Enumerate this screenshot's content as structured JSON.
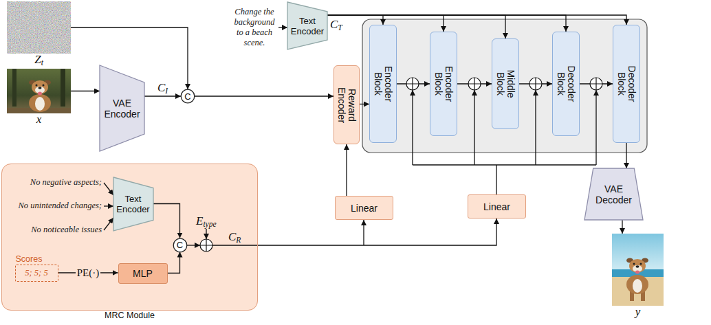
{
  "diagram": {
    "nodes": [
      {
        "text": [
          "Zt"
        ]
      },
      {
        "text": [
          "x"
        ]
      },
      {
        "text": [
          "VAE Encoder"
        ]
      },
      {
        "text": [
          "C"
        ]
      },
      {
        "text": [
          "Text Encoder"
        ]
      },
      {
        "text": [
          "Reward Encoder"
        ]
      },
      {
        "text": [
          "Encoder Block"
        ]
      },
      {
        "text": [
          "Encoder Block"
        ]
      },
      {
        "text": [
          "Middle Block"
        ]
      },
      {
        "text": [
          "Decoder Block"
        ]
      },
      {
        "text": [
          "Decoder Block"
        ]
      },
      {
        "text": [
          "Linear"
        ]
      },
      {
        "text": [
          "Linear"
        ]
      },
      {
        "text": [
          "VAE Decoder"
        ]
      },
      {
        "text": [
          "y"
        ]
      },
      {
        "text": [
          "MRC Module"
        ]
      },
      {
        "text": [
          "Text Encoder"
        ],
        "in": 15
      },
      {
        "text": [
          "C"
        ],
        "in": 15
      },
      {
        "text": [
          "Scores",
          "5; 5; 5"
        ],
        "in": 15
      },
      {
        "text": [
          "MLP"
        ],
        "in": 15
      }
    ],
    "edges": [
      {
        "from": 1,
        "to": 2,
        "arrow": "to"
      },
      {
        "from": 2,
        "to": 3,
        "arrow": "to",
        "label": "CI"
      },
      {
        "from": 0,
        "to": 3,
        "arrow": "to"
      },
      {
        "from": 3,
        "to": 5,
        "arrow": "to"
      },
      {
        "from": 4,
        "to": 6,
        "arrow": "to"
      },
      {
        "from": 4,
        "to": 7,
        "arrow": "to"
      },
      {
        "from": 4,
        "to": 8,
        "arrow": "to"
      },
      {
        "from": 4,
        "to": 9,
        "arrow": "to"
      },
      {
        "from": 4,
        "to": 10,
        "arrow": "to"
      },
      {
        "from": 5,
        "to": 6,
        "arrow": "to"
      },
      {
        "from": 6,
        "to": 7,
        "arrow": "to"
      },
      {
        "from": 7,
        "to": 8,
        "arrow": "to"
      },
      {
        "from": 8,
        "to": 9,
        "arrow": "to"
      },
      {
        "from": 9,
        "to": 10,
        "arrow": "to"
      },
      {
        "from": 10,
        "to": 13,
        "arrow": "to"
      },
      {
        "from": 13,
        "to": 14,
        "arrow": "to"
      },
      {
        "from": 11,
        "to": 5,
        "arrow": "to"
      },
      {
        "from": 16,
        "to": 17,
        "arrow": "to"
      },
      {
        "from": 19,
        "to": 17,
        "arrow": "to"
      },
      {
        "from": 18,
        "to": 19,
        "arrow": "to",
        "label": "PE(·)"
      }
    ],
    "labels": [
      "Change the background to a beach scene.",
      "CT",
      "No negative aspects;",
      "No unintended changes;",
      "No noticeable issues",
      "Etype",
      "CR"
    ]
  }
}
